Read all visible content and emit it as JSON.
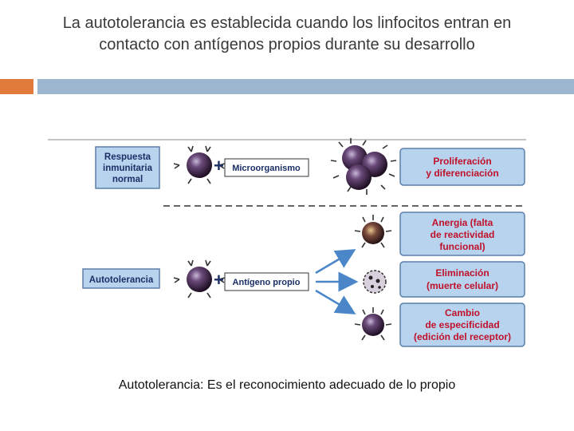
{
  "slide": {
    "title": "La autotolerancia es establecida cuando los linfocitos entran en contacto con antígenos propios durante su desarrollo",
    "caption": "Autotolerancia: Es el reconocimiento adecuado de lo propio"
  },
  "figure": {
    "left_boxes": {
      "normal_line1": "Respuesta",
      "normal_line2": "inmunitaria",
      "normal_line3": "normal",
      "autotolerance": "Autotolerancia"
    },
    "stimuli": {
      "microorganism": "Microorganismo",
      "self_antigen": "Antígeno propio"
    },
    "outcomes": {
      "proliferation_line1": "Proliferación",
      "proliferation_line2": "y diferenciación",
      "anergy_line1": "Anergia (falta",
      "anergy_line2": "de reactividad",
      "anergy_line3": "funcional)",
      "elimination_line1": "Eliminación",
      "elimination_line2": "(muerte celular)",
      "change_line1": "Cambio",
      "change_line2": "de especificidad",
      "change_line3": "(edición del receptor)"
    },
    "colors": {
      "box_fill": "#b8d3ee",
      "box_stroke": "#5a7fa8",
      "outcome_text": "#c0102a",
      "label_text": "#1b2f66",
      "arrow": "#4a86c8",
      "cell": "#4a2a4a"
    }
  }
}
